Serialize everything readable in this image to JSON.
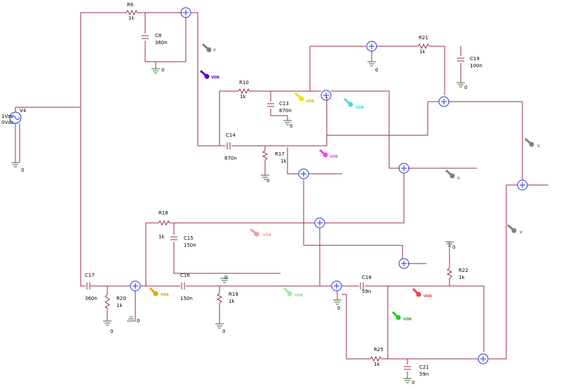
{
  "source": {
    "name": "V4",
    "ac": "1Vac",
    "dc": "0Vdc"
  },
  "resistors": [
    {
      "name": "R6",
      "value": "1k"
    },
    {
      "name": "R21",
      "value": "1k"
    },
    {
      "name": "R10",
      "value": "1k"
    },
    {
      "name": "R17",
      "value": "1k"
    },
    {
      "name": "R18",
      "value": "1k"
    },
    {
      "name": "R20",
      "value": "1k"
    },
    {
      "name": "R19",
      "value": "1k"
    },
    {
      "name": "R22",
      "value": "1k"
    },
    {
      "name": "R25",
      "value": "1k"
    }
  ],
  "capacitors": [
    {
      "name": "C8",
      "value": "360n"
    },
    {
      "name": "C19",
      "value": "100n"
    },
    {
      "name": "C13",
      "value": "870n"
    },
    {
      "name": "C14",
      "value": "870n"
    },
    {
      "name": "C15",
      "value": "150n"
    },
    {
      "name": "C16",
      "value": "150n"
    },
    {
      "name": "C17",
      "value": "360n"
    },
    {
      "name": "C18",
      "value": "59n"
    },
    {
      "name": "C21",
      "value": "59n"
    }
  ],
  "ground_label": "0",
  "markers": [
    {
      "label": "V",
      "color": "#808080"
    },
    {
      "label": "VDB",
      "color": "#5500cc"
    },
    {
      "label": "VDB",
      "color": "#e6e600"
    },
    {
      "label": "VDB",
      "color": "#44dddd"
    },
    {
      "label": "VDB",
      "color": "#ee44ee"
    },
    {
      "label": "V",
      "color": "#808080"
    },
    {
      "label": "V",
      "color": "#808080"
    },
    {
      "label": "VDB",
      "color": "#f0a0a0"
    },
    {
      "label": "V",
      "color": "#808080"
    },
    {
      "label": "VDB",
      "color": "#f0a000"
    },
    {
      "label": "VDB",
      "color": "#99ee99"
    },
    {
      "label": "VDB",
      "color": "#ee4444"
    },
    {
      "label": "VDB",
      "color": "#22cc22"
    }
  ]
}
